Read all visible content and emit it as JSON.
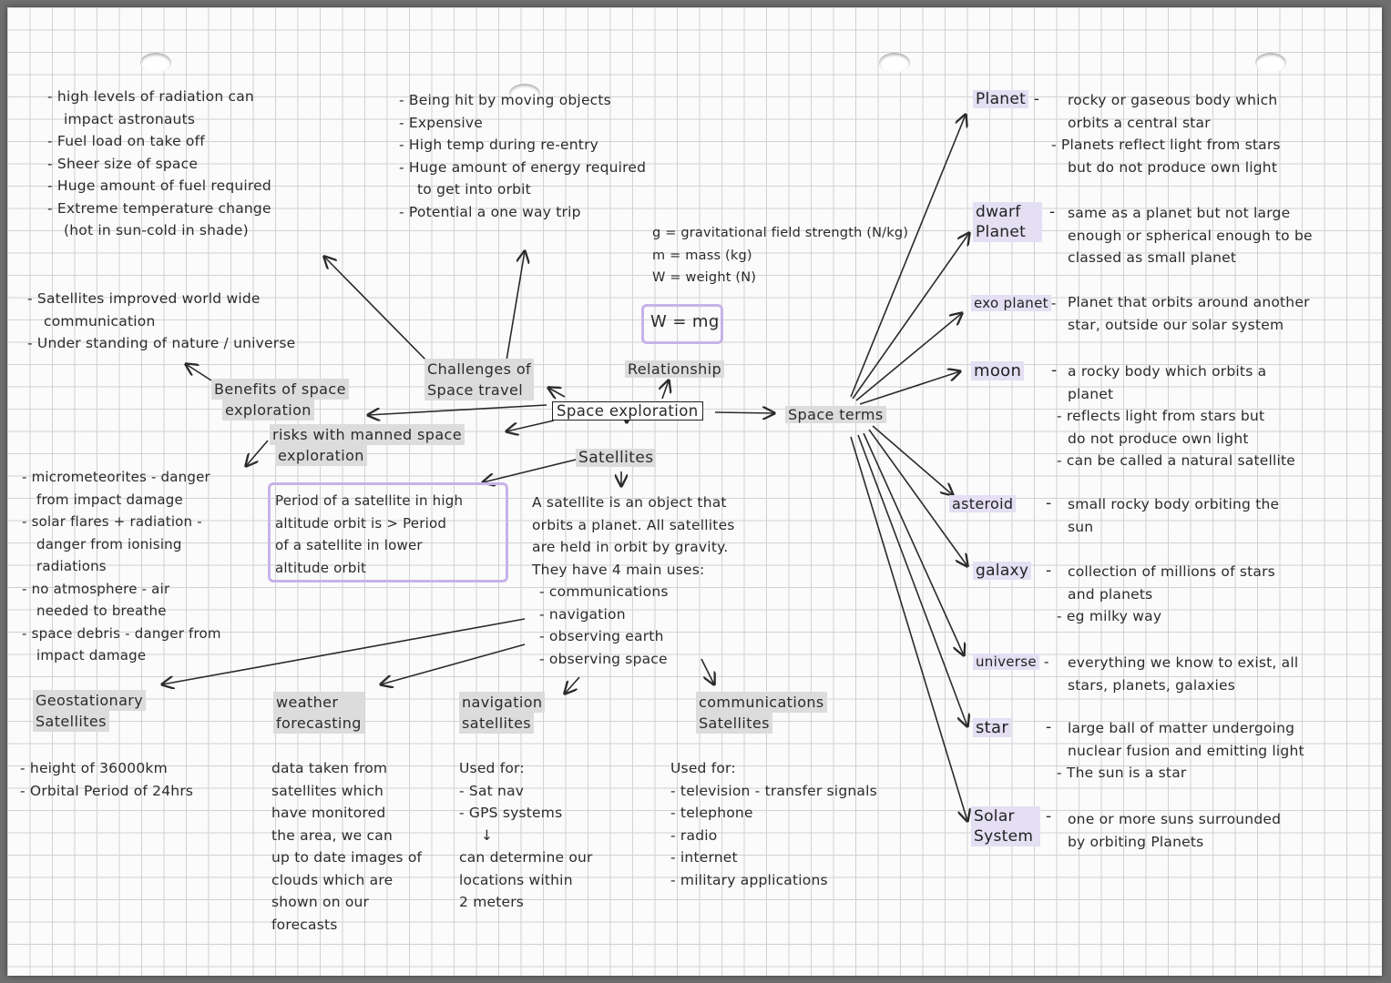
{
  "risks_list": [
    "- high levels of radiation can",
    "impact astronauts",
    "- Fuel load on take off",
    "- Sheer size of space",
    "- Huge amount of fuel required",
    "- Extreme temperature change",
    "(hot in sun-cold in shade)"
  ],
  "challenges_list": [
    "- Being hit by moving objects",
    "- Expensive",
    "- High temp during re-entry",
    "- Huge amount of energy required",
    "to get into orbit",
    "- Potential a one way trip"
  ],
  "variables": [
    "g = gravitational field strength (N/kg)",
    "m = mass (kg)",
    "W = weight (N)"
  ],
  "formula": "W = mg",
  "benefits_list": [
    "- Satellites improved world wide",
    "communication",
    "- Under standing of nature / universe"
  ],
  "labels": {
    "challenges": [
      "Challenges of",
      "Space travel"
    ],
    "relationship": "Relationship",
    "benefits": [
      "Benefits of space",
      "exploration"
    ],
    "center": "Space exploration",
    "space_terms": "Space terms",
    "risks": [
      "risks with manned space",
      "exploration"
    ],
    "satellites": "Satellites"
  },
  "dangers_list": [
    "- micrometeorites - danger",
    "from impact damage",
    "- solar flares + radiation -",
    "danger from ionising",
    "radiations",
    "- no atmosphere - air",
    "needed to breathe",
    "- space debris - danger from",
    "impact damage"
  ],
  "period_box": [
    "Period of a satellite in high",
    "altitude orbit is > Period",
    "of a satellite in lower",
    "altitude orbit"
  ],
  "satellite_def": [
    "A satellite is an object that",
    "orbits a planet. All satellites",
    "are held in orbit by gravity.",
    "They have 4 main uses:",
    "- communications",
    "- navigation",
    "- observing earth",
    "- observing space"
  ],
  "sat_types": {
    "geo": {
      "title": [
        "Geostationary",
        "Satellites"
      ],
      "body": [
        "- height of 36000km",
        "- Orbital Period of 24hrs"
      ]
    },
    "weather": {
      "title": [
        "weather",
        "forecasting"
      ],
      "body": [
        "data taken from",
        "satellites which",
        "have monitored",
        "the area, we can",
        "up to date images of",
        "clouds which are",
        "shown on our",
        "forecasts"
      ]
    },
    "nav": {
      "title": [
        "navigation",
        "satellites"
      ],
      "body": [
        "Used for:",
        "- Sat nav",
        "- GPS systems",
        "↓",
        "can determine our",
        "locations within",
        "2 meters"
      ]
    },
    "comms": {
      "title": [
        "communications",
        "Satellites"
      ],
      "body": [
        "Used for:",
        "- television - transfer signals",
        "- telephone",
        "- radio",
        "- internet",
        "- military applications"
      ]
    }
  },
  "terms": [
    {
      "term": "Planet",
      "sep": "-",
      "def": [
        "rocky or gaseous body which",
        "orbits a central star",
        "- Planets reflect light from stars",
        "but do not produce own light"
      ]
    },
    {
      "term": "dwarf Planet",
      "sep": "-",
      "def": [
        "same as a planet but not large",
        "enough or spherical enough to be",
        "classed as small planet"
      ]
    },
    {
      "term": "exo planet",
      "sep": "-",
      "def": [
        "Planet that orbits around another",
        "star, outside our solar system"
      ]
    },
    {
      "term": "moon",
      "sep": "-",
      "def": [
        "a rocky body which orbits a",
        "planet",
        "- reflects light from stars but",
        "do not produce own light",
        "- can be called a natural satellite"
      ]
    },
    {
      "term": "asteroid",
      "sep": "-",
      "def": [
        "small rocky body orbiting the",
        "sun"
      ]
    },
    {
      "term": "galaxy",
      "sep": "-",
      "def": [
        "collection of millions of stars",
        "and planets",
        "- eg milky way"
      ]
    },
    {
      "term": "universe",
      "sep": "-",
      "def": [
        "everything we know to exist, all",
        "stars, planets, galaxies"
      ]
    },
    {
      "term": "star",
      "sep": "-",
      "def": [
        "large ball of matter undergoing",
        "nuclear fusion and emitting light",
        "- The sun is a star"
      ]
    },
    {
      "term": "Solar System",
      "sep": "-",
      "def": [
        "one or more suns surrounded",
        "by orbiting Planets"
      ]
    }
  ]
}
